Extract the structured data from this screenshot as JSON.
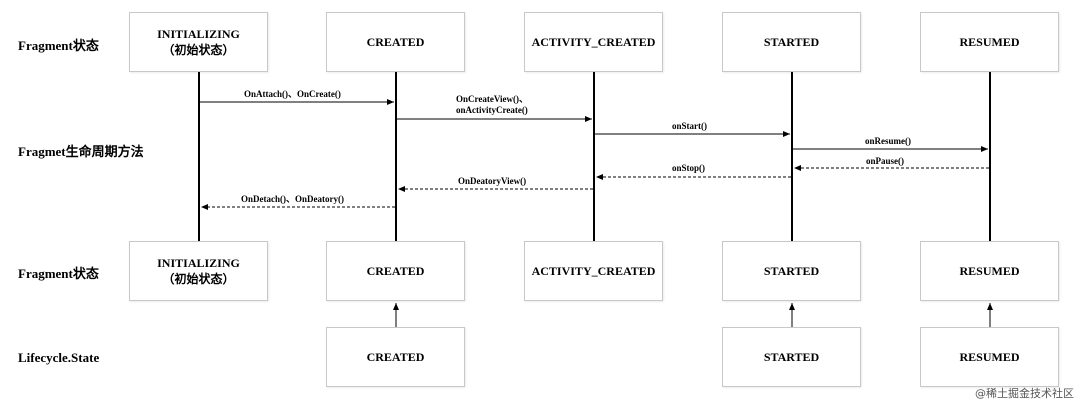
{
  "rows": {
    "fragment_state_top": "Fragment状态",
    "lifecycle_methods": "Fragmet生命周期方法",
    "fragment_state_bottom": "Fragment状态",
    "lifecycle_state": "Lifecycle.State"
  },
  "top_states": [
    {
      "name": "INITIALIZING",
      "sub": "（初始状态）"
    },
    {
      "name": "CREATED",
      "sub": ""
    },
    {
      "name": "ACTIVITY_CREATED",
      "sub": ""
    },
    {
      "name": "STARTED",
      "sub": ""
    },
    {
      "name": "RESUMED",
      "sub": ""
    }
  ],
  "bottom_states": [
    {
      "name": "INITIALIZING",
      "sub": "（初始状态）"
    },
    {
      "name": "CREATED",
      "sub": ""
    },
    {
      "name": "ACTIVITY_CREATED",
      "sub": ""
    },
    {
      "name": "STARTED",
      "sub": ""
    },
    {
      "name": "RESUMED",
      "sub": ""
    }
  ],
  "lifecycle_states": [
    {
      "name": "CREATED"
    },
    {
      "name": "STARTED"
    },
    {
      "name": "RESUMED"
    }
  ],
  "messages": [
    {
      "label": "OnAttach()、OnCreate()",
      "line2": "",
      "direction": "forward",
      "style": "solid"
    },
    {
      "label": "OnCreateView()、",
      "line2": "onActivityCreate()",
      "direction": "forward",
      "style": "solid"
    },
    {
      "label": "onStart()",
      "line2": "",
      "direction": "forward",
      "style": "solid"
    },
    {
      "label": "onResume()",
      "line2": "",
      "direction": "forward",
      "style": "solid"
    },
    {
      "label": "onPause()",
      "line2": "",
      "direction": "backward",
      "style": "dashed"
    },
    {
      "label": "onStop()",
      "line2": "",
      "direction": "backward",
      "style": "dashed"
    },
    {
      "label": "OnDeatoryView()",
      "line2": "",
      "direction": "backward",
      "style": "dashed"
    },
    {
      "label": "OnDetach()、OnDeatory()",
      "line2": "",
      "direction": "backward",
      "style": "dashed"
    }
  ],
  "watermark": "@稀土掘金技术社区"
}
